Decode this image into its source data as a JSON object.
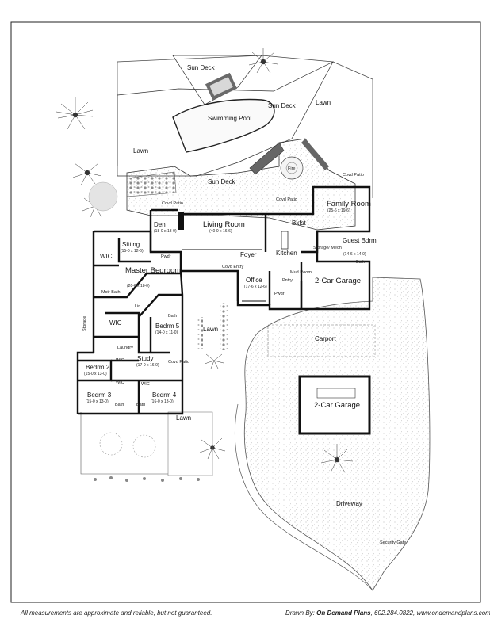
{
  "rooms": {
    "sun_deck_top": "Sun Deck",
    "sun_deck_mid": "Sun Deck",
    "swimming_pool": "Swimming Pool",
    "lawn_top_right": "Lawn",
    "lawn_left": "Lawn",
    "sun_deck_lower": "Sun Deck",
    "fire": "Fire",
    "covd_patio_right": "Covd Patio",
    "covd_patio_left": "Covd Patio",
    "covd_patio_mid": "Covd Patio",
    "family_room": "Family Room",
    "family_room_dim": "(25-6 x 19-6)",
    "den": "Den",
    "den_dim": "(18-0 x 13-0)",
    "living_room": "Living Room",
    "living_room_dim": "(40-0 x 16-6)",
    "bkfst": "Bkfst",
    "kitchen": "Kitchen",
    "foyer": "Foyer",
    "storage_mech": "Storage/ Mech",
    "guest_bdrm": "Guest Bdrm",
    "guest_bdrm_dim": "(14-6 x 14-0)",
    "bath_guest": "Bath",
    "sitting": "Sitting",
    "sitting_dim": "(15-0 x 12-6)",
    "wic_top": "WIC",
    "powder": "Pwdr",
    "master_bedroom": "Master Bedroom",
    "master_bedroom_dim": "(20-6 x 18-0)",
    "covd_entry": "Covd Entry",
    "office": "Office",
    "office_dim": "(17-6 x 12-6)",
    "mud_room": "Mud Room",
    "pantry": "Pntry",
    "pwdr2": "Pwdr",
    "garage_main": "2-Car Garage",
    "mstr_bath": "Mstr Bath",
    "lin": "Lin",
    "bath_mid": "Bath",
    "wic_mid": "WIC",
    "storage_left": "Storage",
    "bedrm5": "Bedrm 5",
    "bedrm5_dim": "(14-0 x 11-0)",
    "lawn_mid": "Lawn",
    "carport": "Carport",
    "laundry": "Laundry",
    "bedrm2": "Bedrm 2",
    "bedrm2_dim": "(15-0 x 13-0)",
    "wic_b2": "WIC",
    "study": "Study",
    "study_dim": "(17-0 x 16-0)",
    "covd_patio_low": "Covd Patio",
    "bedrm3": "Bedrm 3",
    "bedrm3_dim": "(15-0 x 13-0)",
    "wic_b3": "WIC",
    "wic_b4": "WIC",
    "bath_b3": "Bath",
    "bath_b4": "Bath",
    "bedrm4": "Bedrm 4",
    "bedrm4_dim": "(16-0 x 13-0)",
    "garage_detached": "2-Car Garage",
    "lawn_bottom": "Lawn",
    "driveway": "Driveway",
    "security_gate": "Security Gate"
  },
  "footer": {
    "disclaimer": "All measurements are approximate and reliable, but not guaranteed.",
    "drawn_by_label": "Drawn By:",
    "drawn_by_name": "On Demand Plans",
    "contact": ", 602.284.0822, www.ondemandplans.com"
  },
  "colors": {
    "wall": "#111111",
    "hardscape": "#efefef",
    "stipple": "#9a9a9a",
    "planter": "#7a7a7a"
  }
}
